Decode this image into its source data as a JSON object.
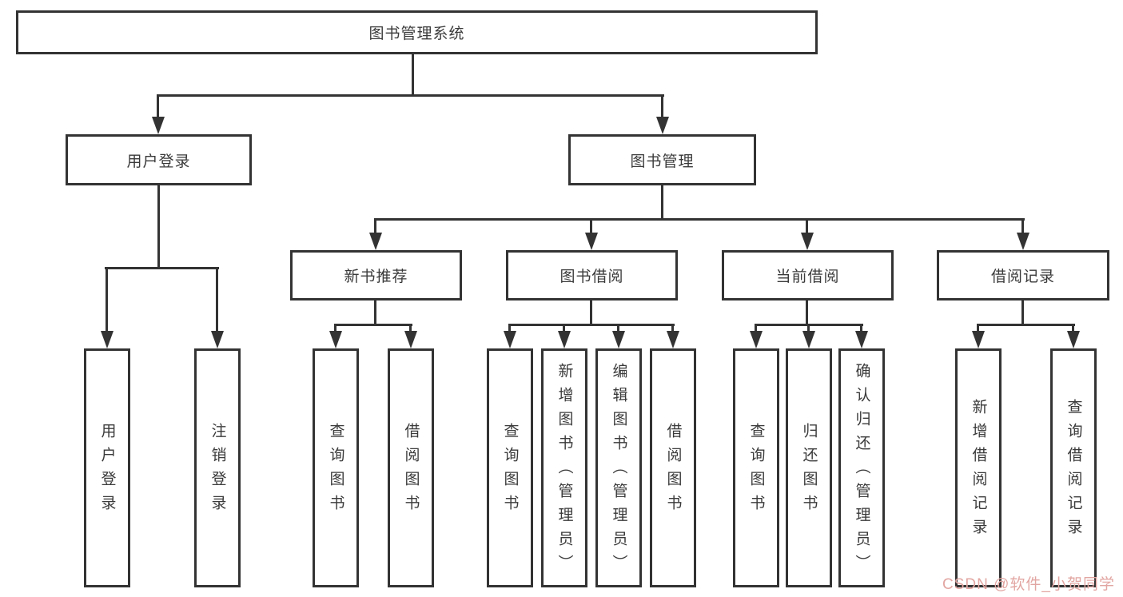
{
  "nodes": {
    "root": "图书管理系统",
    "user_login": "用户登录",
    "book_mgmt": "图书管理",
    "new_book_rec": "新书推荐",
    "book_borrow": "图书借阅",
    "current_borrow": "当前借阅",
    "borrow_records": "借阅记录",
    "leaf_user_login": "用户登录",
    "leaf_logout": "注销登录",
    "rec_query_books": "查询图书",
    "rec_borrow_books": "借阅图书",
    "bb_query_books": "查询图书",
    "bb_add_books": "新增图书（管理员）",
    "bb_edit_books": "编辑图书（管理员）",
    "bb_borrow_books": "借阅图书",
    "cb_query_books": "查询图书",
    "cb_return_books": "归还图书",
    "cb_confirm_return": "确认归还（管理员）",
    "br_add_record": "新增借阅记录",
    "br_query_record": "查询借阅记录"
  },
  "watermark": {
    "text": "CSDN @软件_小贺同学",
    "color": "#e2a6a2"
  },
  "colors": {
    "line": "#333333",
    "node_border": "#333333",
    "text": "#3a3a3a",
    "background": "#ffffff"
  }
}
